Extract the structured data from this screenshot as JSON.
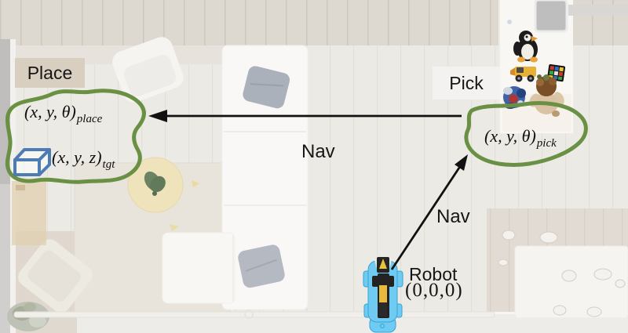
{
  "figure": {
    "regions": {
      "place": {
        "label": "Place",
        "pose_expr": "(x, y, θ)",
        "pose_sub": "place",
        "target_expr": "(x, y, z)",
        "target_sub": "tgt"
      },
      "pick": {
        "label": "Pick",
        "pose_expr": "(x, y, θ)",
        "pose_sub": "pick"
      }
    },
    "nav": {
      "label_mid": "Nav",
      "label_robot": "Nav"
    },
    "robot": {
      "label": "Robot",
      "pose": "(0,0,0)"
    }
  },
  "colors": {
    "region_stroke": "#6a9044",
    "box_icon_stroke": "#4d7cb5",
    "arrow": "#111111",
    "robot_body": "#6fcbf2"
  },
  "icons": {
    "target_box": "3d-box",
    "robot": "mobile-robot-top-view",
    "toys": [
      "penguin-plush",
      "toy-truck",
      "rubiks-cube",
      "toy-ball",
      "plush-doll"
    ]
  }
}
